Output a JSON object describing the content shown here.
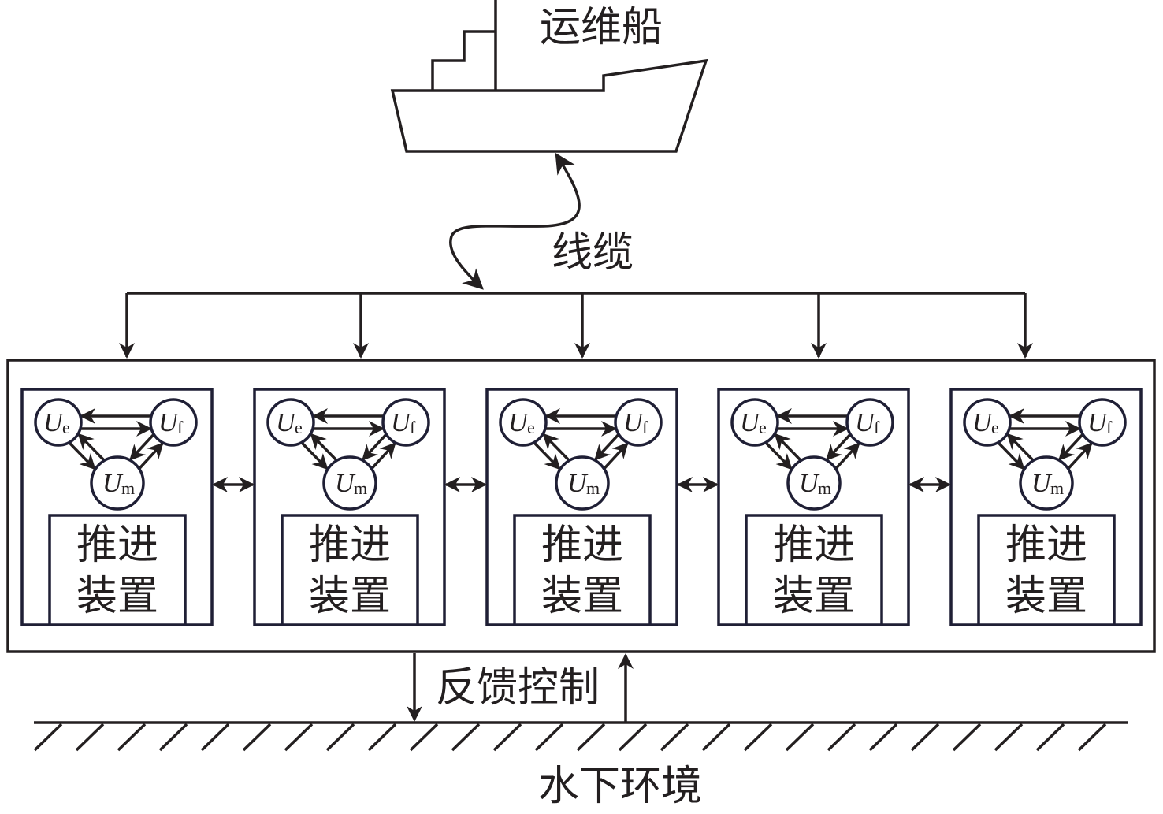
{
  "labels": {
    "ship": "运维船",
    "cable": "线缆",
    "feedback": "反馈控制",
    "environment": "水下环境"
  },
  "colors": {
    "line": "#231f20",
    "box_border": "#1f1f35",
    "background": "#ffffff"
  },
  "modules": [
    {
      "device_line1": "推进",
      "device_line2": "装置",
      "nodes": [
        {
          "symbol": "U",
          "subscript": "e"
        },
        {
          "symbol": "U",
          "subscript": "f"
        },
        {
          "symbol": "U",
          "subscript": "m"
        }
      ]
    },
    {
      "device_line1": "推进",
      "device_line2": "装置",
      "nodes": [
        {
          "symbol": "U",
          "subscript": "e"
        },
        {
          "symbol": "U",
          "subscript": "f"
        },
        {
          "symbol": "U",
          "subscript": "m"
        }
      ]
    },
    {
      "device_line1": "推进",
      "device_line2": "装置",
      "nodes": [
        {
          "symbol": "U",
          "subscript": "e"
        },
        {
          "symbol": "U",
          "subscript": "f"
        },
        {
          "symbol": "U",
          "subscript": "m"
        }
      ]
    },
    {
      "device_line1": "推进",
      "device_line2": "装置",
      "nodes": [
        {
          "symbol": "U",
          "subscript": "e"
        },
        {
          "symbol": "U",
          "subscript": "f"
        },
        {
          "symbol": "U",
          "subscript": "m"
        }
      ]
    },
    {
      "device_line1": "推进",
      "device_line2": "装置",
      "nodes": [
        {
          "symbol": "U",
          "subscript": "e"
        },
        {
          "symbol": "U",
          "subscript": "f"
        },
        {
          "symbol": "U",
          "subscript": "m"
        }
      ]
    }
  ],
  "connections": {
    "bus_drops": 5,
    "inter_module_links": 4,
    "node_edges": [
      {
        "from": "e",
        "to": "f"
      },
      {
        "from": "f",
        "to": "e"
      },
      {
        "from": "e",
        "to": "m"
      },
      {
        "from": "m",
        "to": "e"
      },
      {
        "from": "f",
        "to": "m"
      },
      {
        "from": "m",
        "to": "f"
      }
    ],
    "feedback_arrows": [
      {
        "direction": "down",
        "meaning": "system-to-environment"
      },
      {
        "direction": "up",
        "meaning": "environment-to-system"
      }
    ]
  }
}
